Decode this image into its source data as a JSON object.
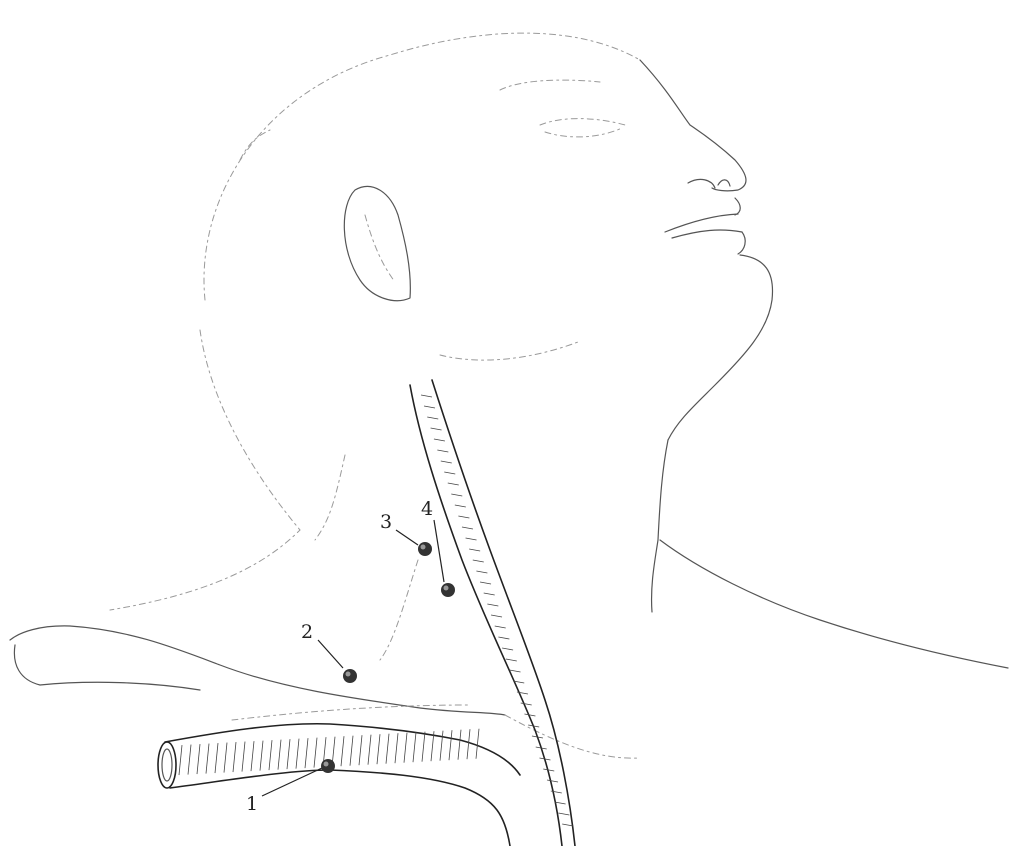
{
  "points": [
    {
      "id": "point-1",
      "label": "1"
    },
    {
      "id": "point-2",
      "label": "2"
    },
    {
      "id": "point-3",
      "label": "3"
    },
    {
      "id": "point-4",
      "label": "4"
    }
  ]
}
